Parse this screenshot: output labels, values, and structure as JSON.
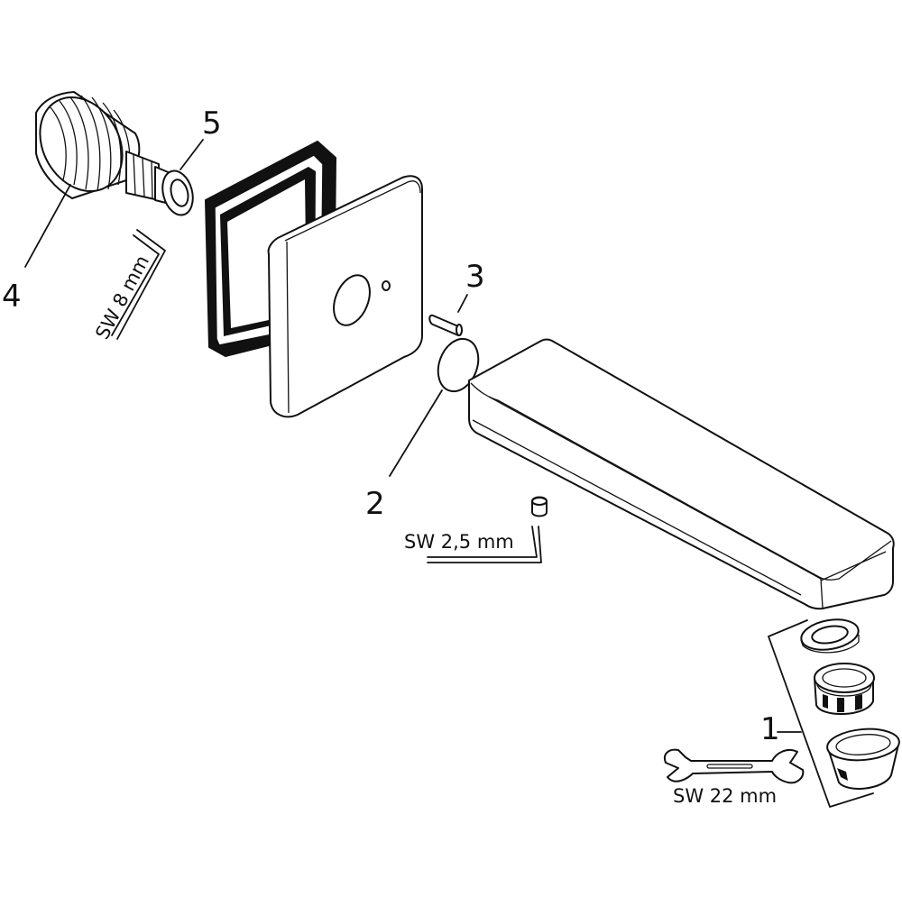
{
  "callouts": {
    "c1": "1",
    "c2": "2",
    "c3": "3",
    "c4": "4",
    "c5": "5"
  },
  "tools": {
    "hex_key_large": "SW 8 mm",
    "hex_key_small": "SW 2,5 mm",
    "wrench": "SW 22 mm"
  }
}
